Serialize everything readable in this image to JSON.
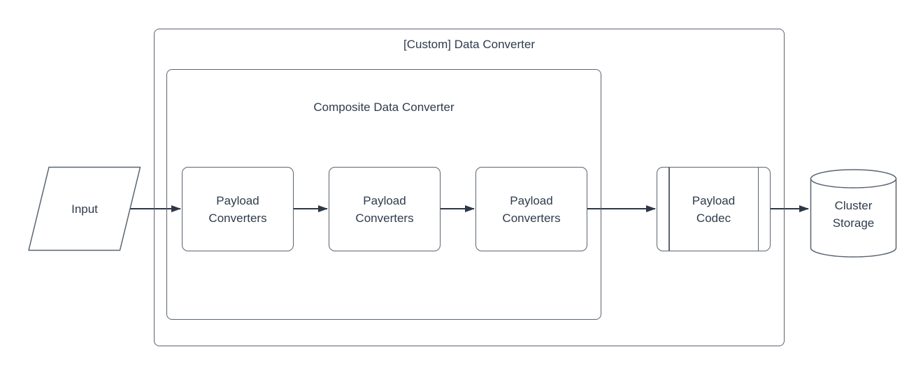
{
  "containers": {
    "outer": {
      "label": "[Custom] Data Converter"
    },
    "inner": {
      "label": "Composite Data Converter"
    }
  },
  "nodes": {
    "input": {
      "label": "Input",
      "shape": "parallelogram"
    },
    "payload_converters": [
      {
        "label": "Payload Converters"
      },
      {
        "label": "Payload Converters"
      },
      {
        "label": "Payload Converters"
      }
    ],
    "payload_codec": {
      "label": "Payload Codec",
      "shape": "predefined-process"
    },
    "cluster_storage": {
      "label": "Cluster Storage",
      "shape": "cylinder"
    }
  },
  "colors": {
    "background": "#ffffff",
    "shape_stroke": "#5a6472",
    "text": "#2f3b4c",
    "arrow": "#2c3747"
  }
}
